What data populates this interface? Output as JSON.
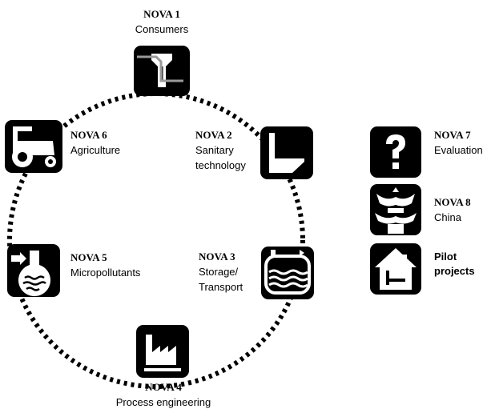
{
  "nova1": {
    "title": "NOVA 1",
    "label": "Consumers",
    "icon": "consumer-tap-icon"
  },
  "nova2": {
    "title": "NOVA 2",
    "label_line1": "Sanitary",
    "label_line2": "technology",
    "icon": "toilet-icon"
  },
  "nova3": {
    "title": "NOVA 3",
    "label_line1": "Storage/",
    "label_line2": "Transport",
    "icon": "storage-tank-icon"
  },
  "nova4": {
    "title": "NOVA 4",
    "label": "Process engineering",
    "icon": "factory-icon"
  },
  "nova5": {
    "title": "NOVA 5",
    "label": "Micropollutants",
    "icon": "flask-icon"
  },
  "nova6": {
    "title": "NOVA 6",
    "label": "Agriculture",
    "icon": "tractor-icon"
  },
  "nova7": {
    "title": "NOVA 7",
    "label": "Evaluation",
    "icon": "question-mark-icon"
  },
  "nova8": {
    "title": "NOVA 8",
    "label": "China",
    "icon": "pagoda-icon"
  },
  "pilot": {
    "label_line1": "Pilot",
    "label_line2": "projects",
    "icon": "house-icon"
  },
  "colors": {
    "icon_fill": "#000000",
    "icon_glyph": "#ffffff",
    "ring_dots": "#000000",
    "consumer_pipe": "#9a9a9a"
  }
}
